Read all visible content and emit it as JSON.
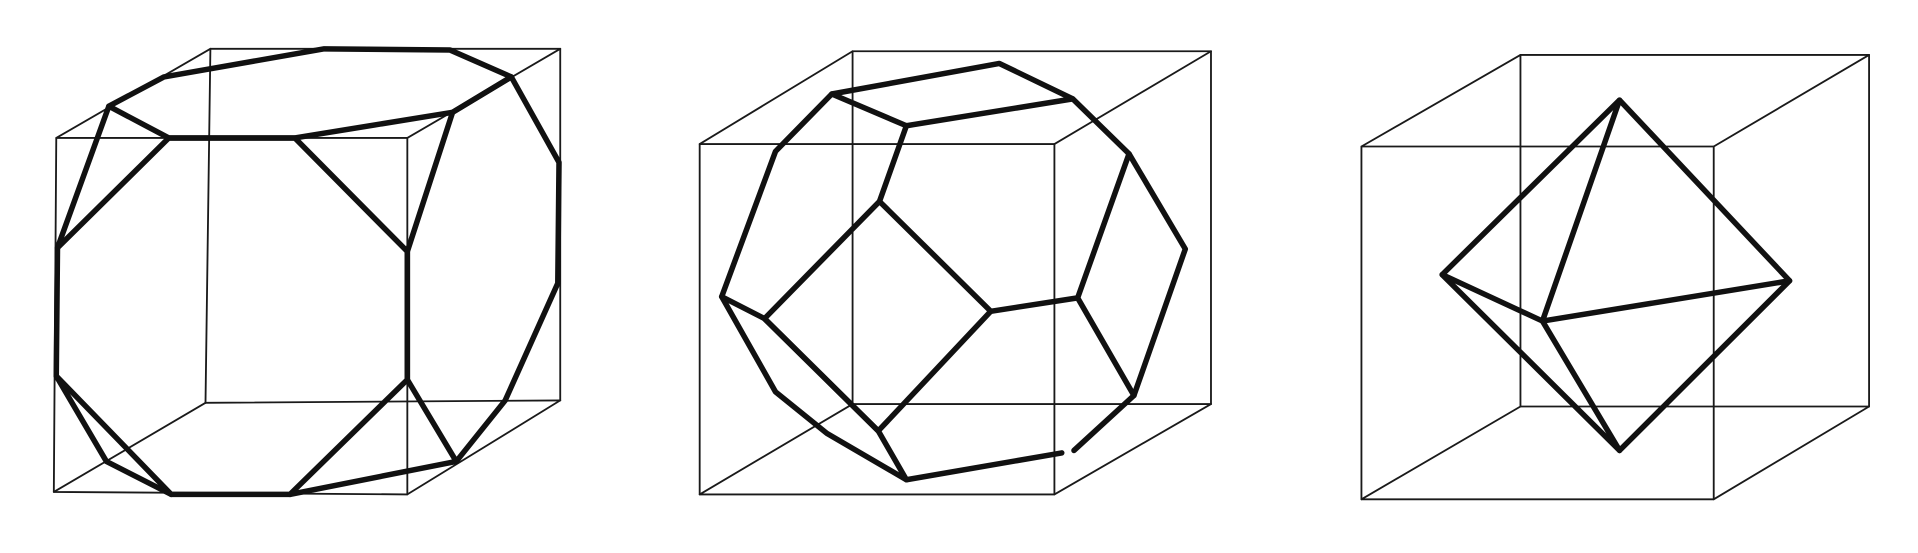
{
  "figure": {
    "background_color": "#ffffff",
    "line_color": "#111111",
    "panels": [
      {
        "id": "truncated-cube"
      },
      {
        "id": "truncated-octahedron"
      },
      {
        "id": "octahedron"
      }
    ]
  }
}
